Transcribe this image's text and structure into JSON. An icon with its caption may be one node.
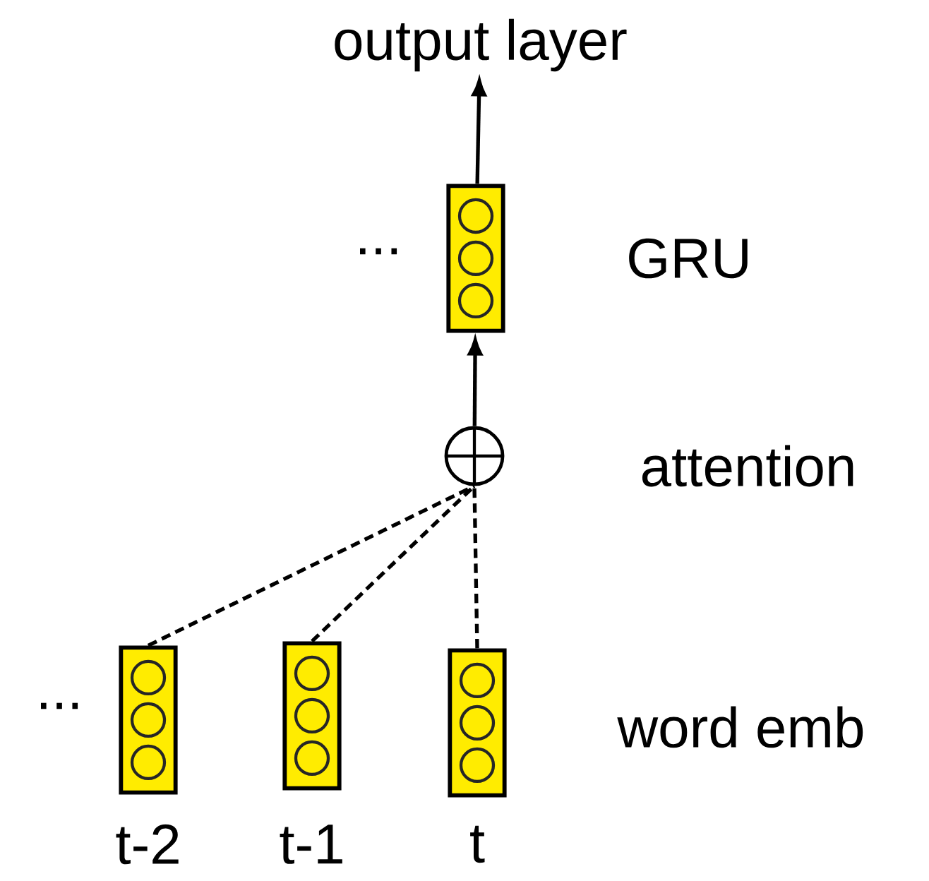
{
  "diagram": {
    "nodes": [
      {
        "text": [
          "output layer"
        ]
      },
      {
        "text": [],
        "shape": "box"
      },
      {
        "text": [],
        "shape": "circle"
      },
      {
        "text": [],
        "shape": "box",
        "beside": [
          "t-2"
        ]
      },
      {
        "text": [],
        "shape": "box",
        "beside": [
          "t-1"
        ]
      },
      {
        "text": [],
        "shape": "box",
        "beside": [
          "t"
        ]
      }
    ],
    "edges": [
      {
        "from": 1,
        "to": 0,
        "arrow": "to"
      },
      {
        "from": 2,
        "to": 1,
        "arrow": "to"
      },
      {
        "from": 3,
        "to": 2,
        "arrow": "none",
        "style": "dashed"
      },
      {
        "from": 4,
        "to": 2,
        "arrow": "none",
        "style": "dashed"
      },
      {
        "from": 5,
        "to": 2,
        "arrow": "none",
        "style": "dashed"
      }
    ],
    "labels": [
      "...",
      "GRU",
      "attention",
      "...",
      "word emb"
    ]
  }
}
